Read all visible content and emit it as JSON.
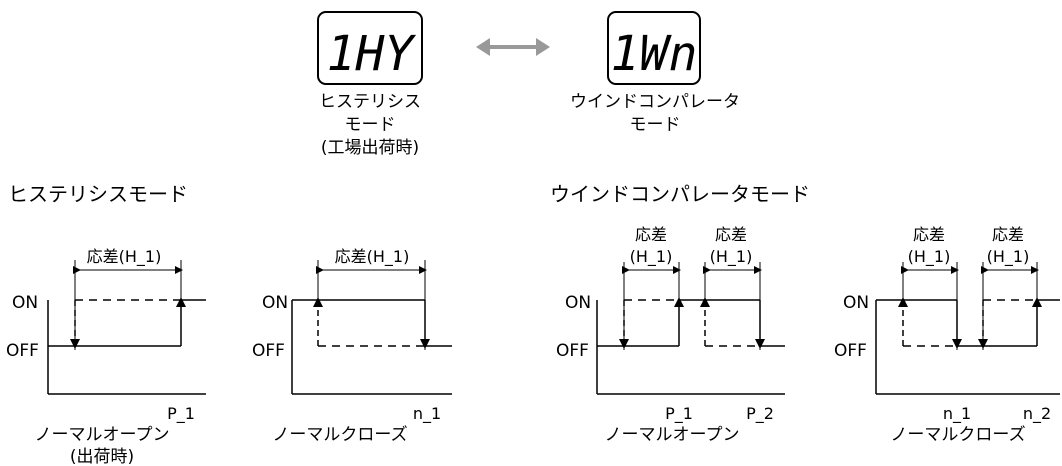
{
  "top": {
    "left_display": {
      "digits": "1HY"
    },
    "left_caption": [
      "ヒステリシス",
      "モード",
      "(工場出荷時)"
    ],
    "right_display": {
      "digits": "1Wn"
    },
    "right_caption": [
      "ウインドコンパレータ",
      "モード"
    ],
    "arrow_icon": "double-arrow-icon"
  },
  "sections": {
    "hysteresis_title": "ヒステリシスモード",
    "window_title": "ウインドコンパレータモード"
  },
  "diagrams": [
    {
      "id": "hys-no",
      "labels": {
        "on": "ON",
        "off": "OFF",
        "diff": "応差(H_1)",
        "point1": "P_1"
      },
      "caption": [
        "ノーマルオープン",
        "(出荷時)"
      ]
    },
    {
      "id": "hys-nc",
      "labels": {
        "on": "ON",
        "off": "OFF",
        "diff": "応差(H_1)",
        "point1": "n_1"
      },
      "caption": [
        "ノーマルクローズ"
      ]
    },
    {
      "id": "win-no",
      "labels": {
        "on": "ON",
        "off": "OFF",
        "diff_a": "応差",
        "diff_b": "(H_1)",
        "diff_c": "応差",
        "diff_d": "(H_1)",
        "point1": "P_1",
        "point2": "P_2"
      },
      "caption": [
        "ノーマルオープン"
      ]
    },
    {
      "id": "win-nc",
      "labels": {
        "on": "ON",
        "off": "OFF",
        "diff_a": "応差",
        "diff_b": "(H_1)",
        "diff_c": "応差",
        "diff_d": "(H_1)",
        "point1": "n_1",
        "point2": "n_2"
      },
      "caption": [
        "ノーマルクローズ"
      ]
    }
  ]
}
